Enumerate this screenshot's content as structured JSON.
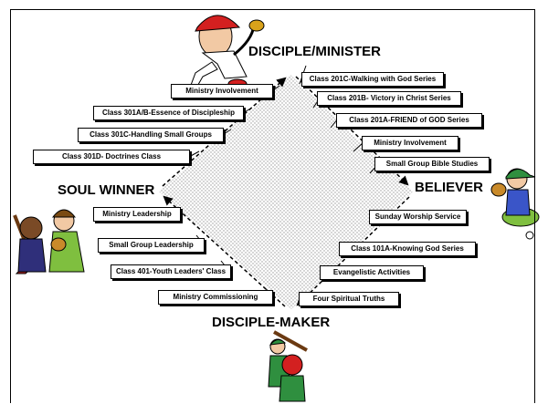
{
  "headings": {
    "top": "DISCIPLE/MINISTER",
    "left": "SOUL WINNER",
    "right": "BELIEVER",
    "bottom": "DISCIPLE-MAKER"
  },
  "right_side": {
    "upper": [
      "Class 201C-Walking with God Series",
      "Class 201B- Victory in Christ Series",
      "Class 201A-FRIEND of GOD Series",
      "Ministry Involvement",
      "Small Group Bible Studies"
    ],
    "lower": [
      "Sunday Worship Service",
      "Class 101A-Knowing God Series",
      "Evangelistic Activities",
      "Four Spiritual Truths"
    ]
  },
  "left_side": {
    "upper": [
      "Ministry Involvement",
      "Class 301A/B-Essence of Discipleship",
      "Class 301C-Handling Small Groups",
      "Class 301D- Doctrines Class"
    ],
    "lower": [
      "Ministry Leadership",
      "Small Group Leadership",
      "Class 401-Youth Leaders' Class",
      "Ministry Commissioning"
    ]
  },
  "illustrations": [
    "baseball-pitcher-illustration",
    "baseball-players-illustration",
    "baseball-catcher-illustration",
    "baseball-batter-illustration"
  ]
}
